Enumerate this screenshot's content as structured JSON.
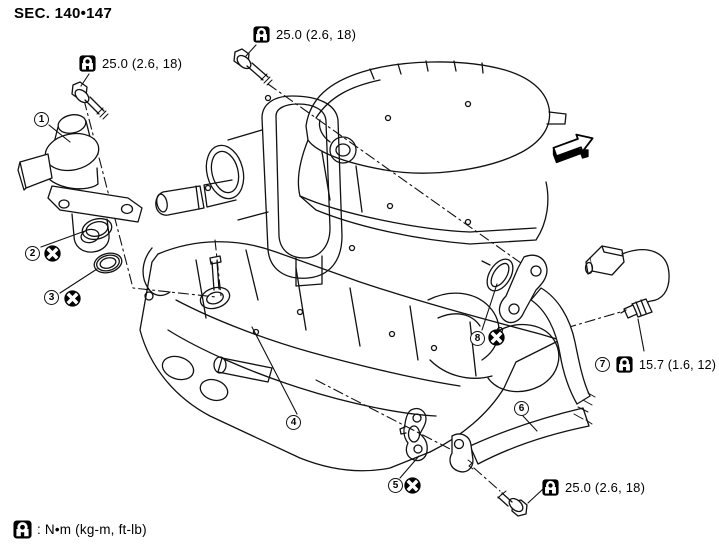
{
  "page": {
    "section_title": "SEC. 140•147"
  },
  "legend": {
    "torque_symbol_label": ": N•m (kg-m, ft-lb)"
  },
  "torque_callouts": {
    "top_left": {
      "value": "25.0 (2.6, 18)"
    },
    "top_center": {
      "value": "25.0 (2.6, 18)"
    },
    "right": {
      "value": "15.7 (1.6, 12)"
    },
    "bottom_right": {
      "value": "25.0 (2.6, 18)"
    }
  },
  "parts": {
    "p1": {
      "number": "1",
      "non_reusable": false
    },
    "p2": {
      "number": "2",
      "non_reusable": true
    },
    "p3": {
      "number": "3",
      "non_reusable": true
    },
    "p4": {
      "number": "4",
      "non_reusable": false
    },
    "p5": {
      "number": "5",
      "non_reusable": true
    },
    "p6": {
      "number": "6",
      "non_reusable": false
    },
    "p7": {
      "number": "7",
      "non_reusable": false
    },
    "p8": {
      "number": "8",
      "non_reusable": true
    }
  },
  "icons": {
    "torque": "torque-wrench-icon",
    "non_reusable": "non-reusable-x-icon",
    "direction": "front-direction-arrow-icon"
  },
  "colors": {
    "ink": "#111111",
    "background": "#ffffff"
  }
}
